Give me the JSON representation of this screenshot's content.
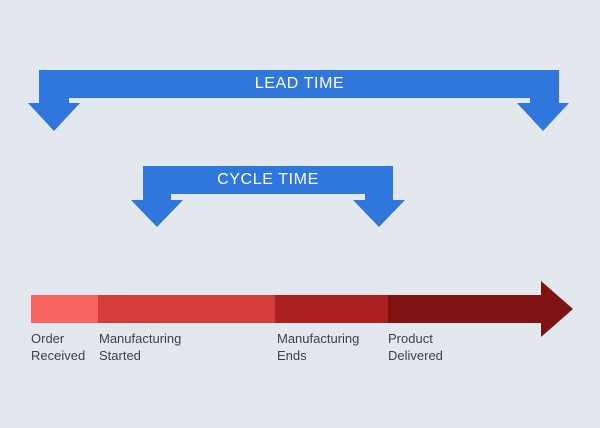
{
  "diagram": {
    "background_color": "#e2e8ee",
    "bracket_color": "#2f77dc",
    "bracket_text_color": "#ffffff",
    "brackets": [
      {
        "id": "lead-time",
        "label": "LEAD TIME"
      },
      {
        "id": "cycle-time",
        "label": "CYCLE TIME"
      }
    ],
    "timeline": {
      "label_text_color": "#3d4247",
      "arrowhead_color": "#7e1311",
      "milestones": [
        {
          "label": "Order\nReceived",
          "color": "#f6655f"
        },
        {
          "label": "Manufacturing\nStarted",
          "color": "#d53c3c"
        },
        {
          "label": "Manufacturing\nEnds",
          "color": "#ab2121"
        },
        {
          "label": "Product\nDelivered",
          "color": "#7e1311"
        }
      ]
    }
  }
}
